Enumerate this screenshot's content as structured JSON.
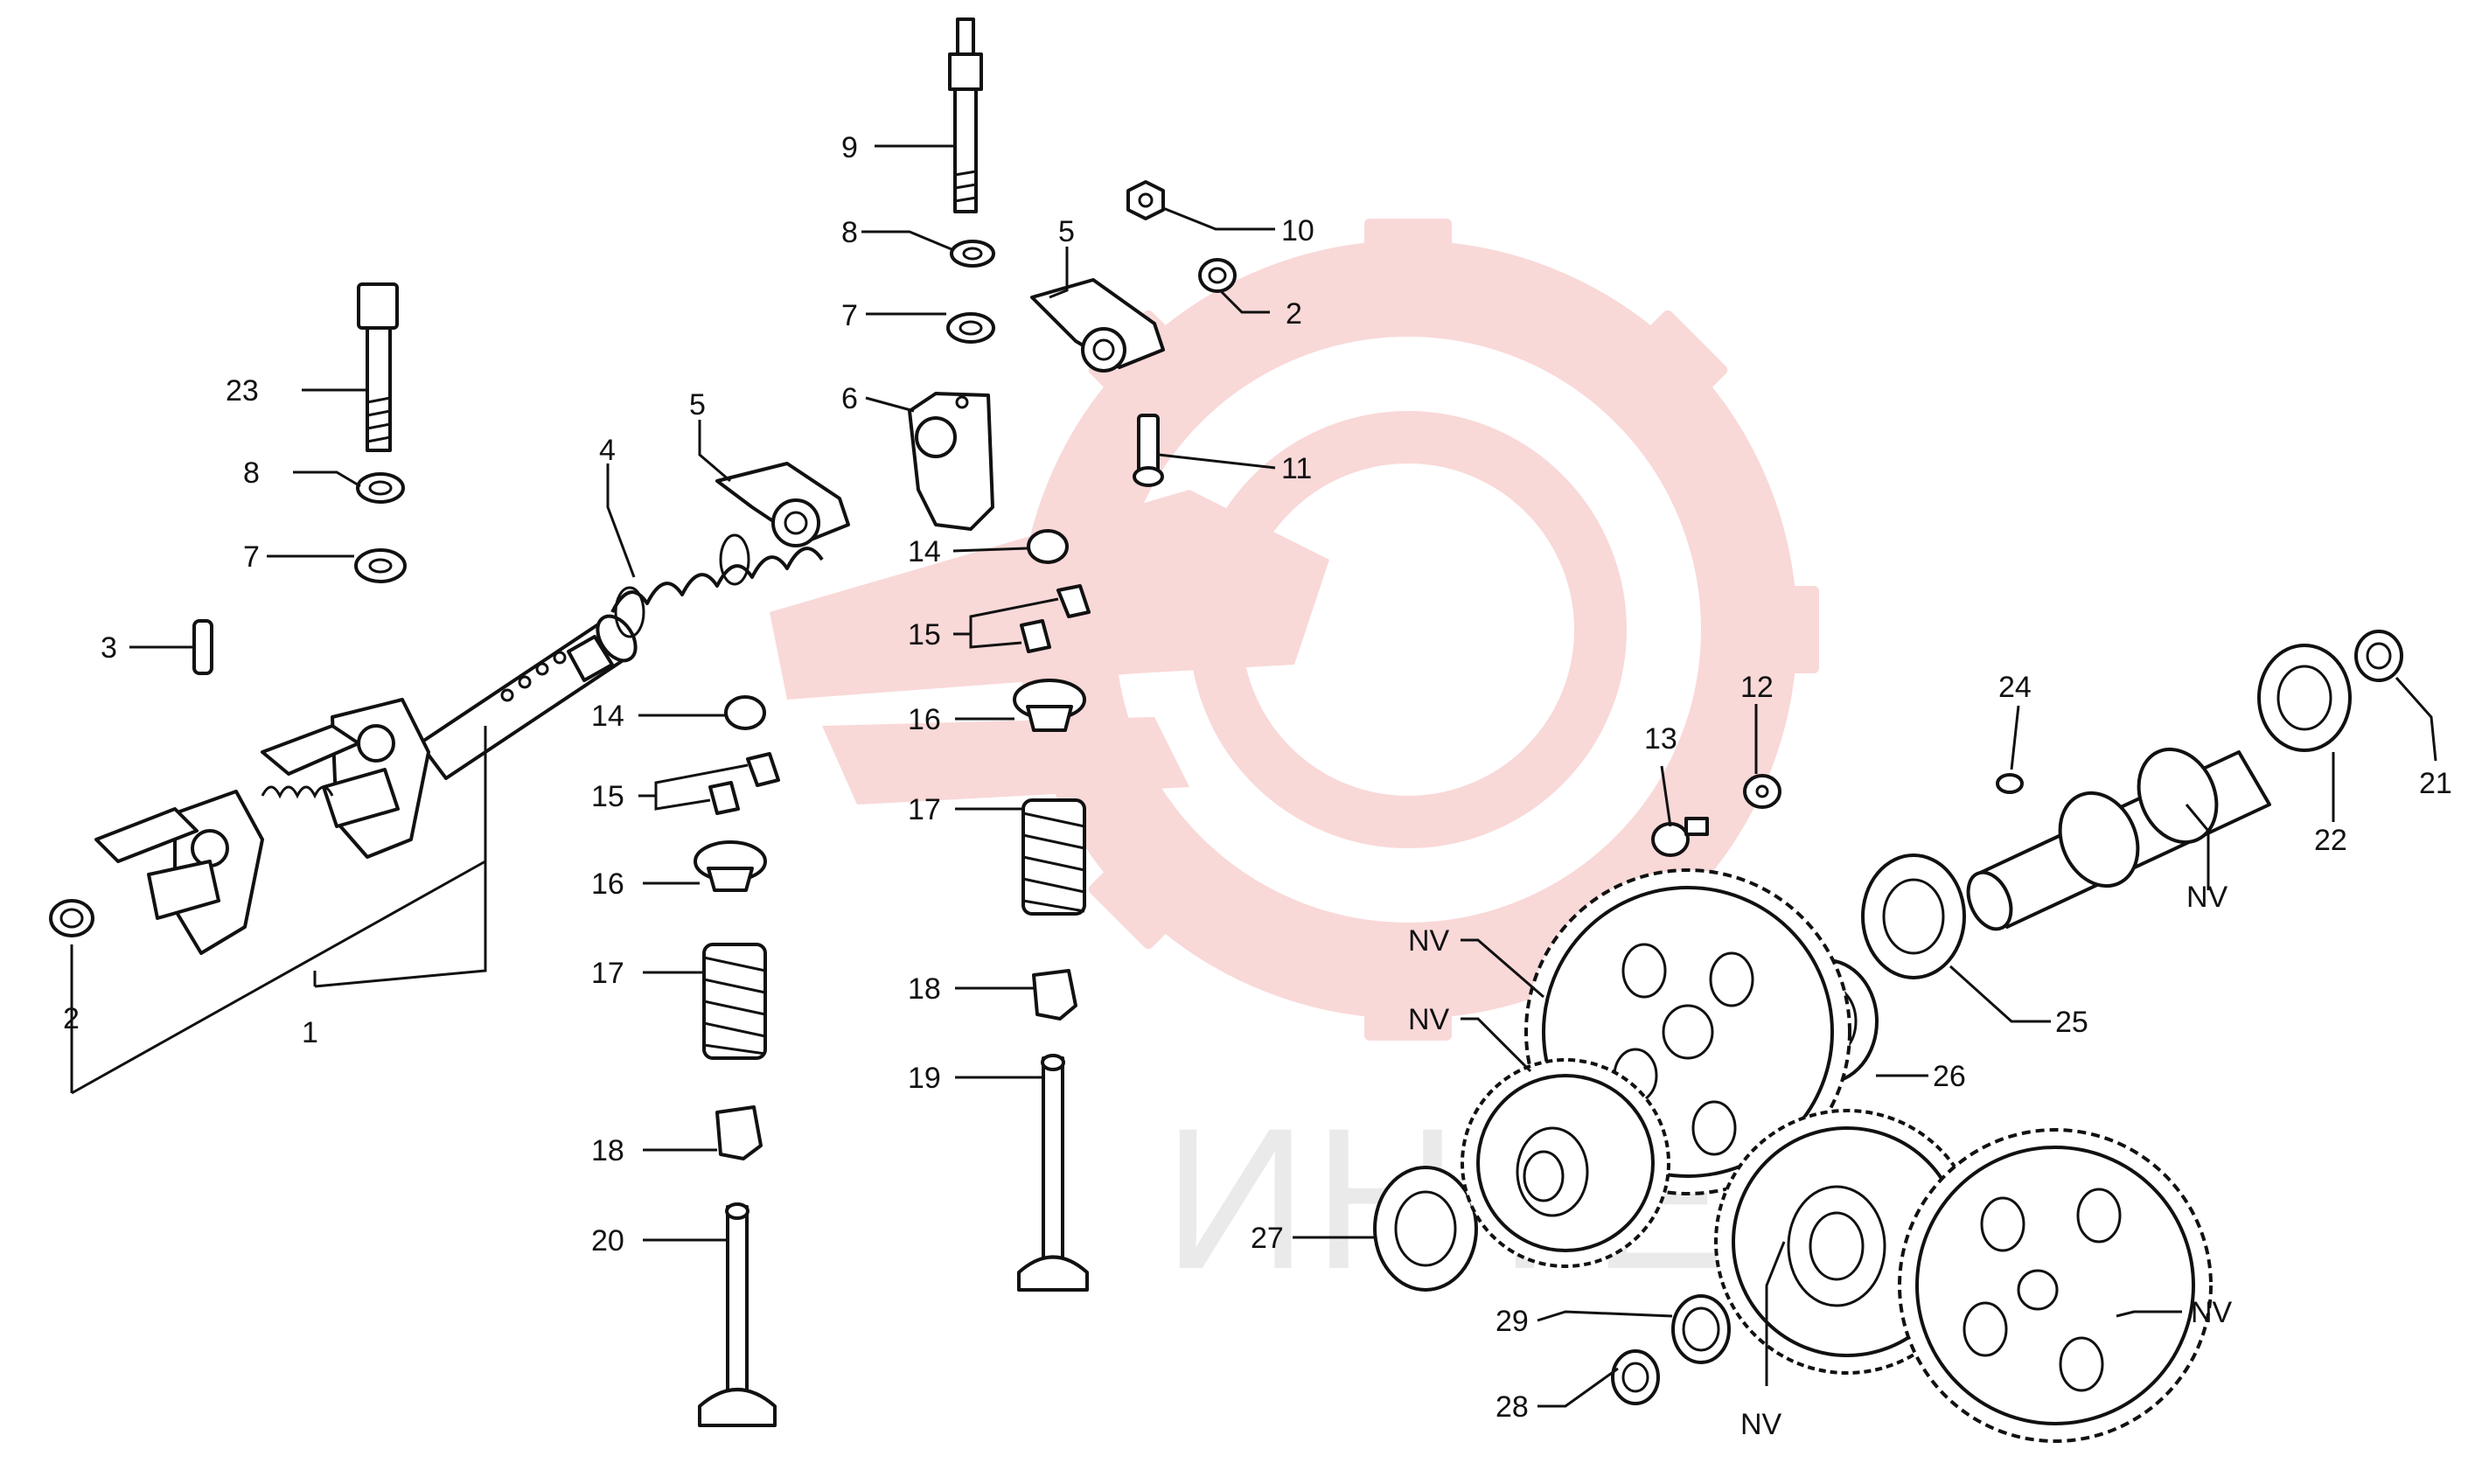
{
  "watermark": {
    "text": "ИНТЕХ",
    "logo_color": "#f5b8b8",
    "text_color": "#e3e3e3"
  },
  "callouts": [
    {
      "id": "c1",
      "label": "1"
    },
    {
      "id": "c2a",
      "label": "2"
    },
    {
      "id": "c2b",
      "label": "2"
    },
    {
      "id": "c3",
      "label": "3"
    },
    {
      "id": "c4",
      "label": "4"
    },
    {
      "id": "c5a",
      "label": "5"
    },
    {
      "id": "c5b",
      "label": "5"
    },
    {
      "id": "c6",
      "label": "6"
    },
    {
      "id": "c7a",
      "label": "7"
    },
    {
      "id": "c7b",
      "label": "7"
    },
    {
      "id": "c8a",
      "label": "8"
    },
    {
      "id": "c8b",
      "label": "8"
    },
    {
      "id": "c9",
      "label": "9"
    },
    {
      "id": "c10",
      "label": "10"
    },
    {
      "id": "c11",
      "label": "11"
    },
    {
      "id": "c12",
      "label": "12"
    },
    {
      "id": "c13",
      "label": "13"
    },
    {
      "id": "c14a",
      "label": "14"
    },
    {
      "id": "c14b",
      "label": "14"
    },
    {
      "id": "c15a",
      "label": "15"
    },
    {
      "id": "c15b",
      "label": "15"
    },
    {
      "id": "c16a",
      "label": "16"
    },
    {
      "id": "c16b",
      "label": "16"
    },
    {
      "id": "c17a",
      "label": "17"
    },
    {
      "id": "c17b",
      "label": "17"
    },
    {
      "id": "c18a",
      "label": "18"
    },
    {
      "id": "c18b",
      "label": "18"
    },
    {
      "id": "c19",
      "label": "19"
    },
    {
      "id": "c20",
      "label": "20"
    },
    {
      "id": "c21",
      "label": "21"
    },
    {
      "id": "c22",
      "label": "22"
    },
    {
      "id": "c23",
      "label": "23"
    },
    {
      "id": "c24",
      "label": "24"
    },
    {
      "id": "c25",
      "label": "25"
    },
    {
      "id": "c26",
      "label": "26"
    },
    {
      "id": "c27",
      "label": "27"
    },
    {
      "id": "c28",
      "label": "28"
    },
    {
      "id": "c29",
      "label": "29"
    },
    {
      "id": "cnv1",
      "label": "NV"
    },
    {
      "id": "cnv2",
      "label": "NV"
    },
    {
      "id": "cnv3",
      "label": "NV"
    },
    {
      "id": "cnv4",
      "label": "NV"
    },
    {
      "id": "cnv5",
      "label": "NV"
    }
  ]
}
